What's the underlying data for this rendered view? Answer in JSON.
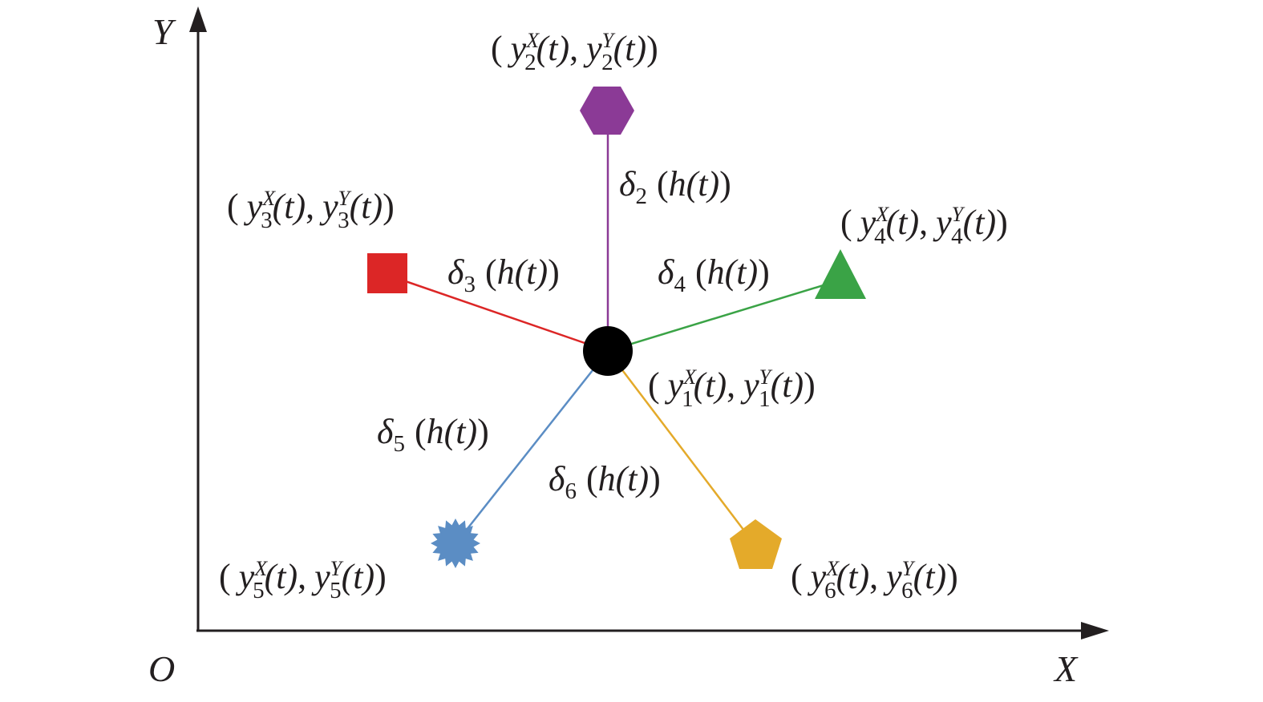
{
  "axes": {
    "x_label": "X",
    "y_label": "Y",
    "origin_label": "O"
  },
  "colors": {
    "axis": "#231f20",
    "node1": "#000000",
    "node2": "#8b3a96",
    "node3": "#dc2626",
    "node4": "#3aa346",
    "node5": "#5b8dc4",
    "node6": "#e4aa2a"
  },
  "nodes": [
    {
      "id": 1,
      "shape": "circle",
      "color": "#000000",
      "coord": {
        "open": "(",
        "var": "y",
        "index": "1",
        "sup_x": "X",
        "sup_y": "Y",
        "arg": "(t)",
        "sep": ",",
        "close": ")"
      }
    },
    {
      "id": 2,
      "shape": "hexagon",
      "color": "#8b3a96",
      "coord": {
        "open": "(",
        "var": "y",
        "index": "2",
        "sup_x": "X",
        "sup_y": "Y",
        "arg": "(t)",
        "sep": ",",
        "close": ")"
      }
    },
    {
      "id": 3,
      "shape": "square",
      "color": "#dc2626",
      "coord": {
        "open": "(",
        "var": "y",
        "index": "3",
        "sup_x": "X",
        "sup_y": "Y",
        "arg": "(t)",
        "sep": ",",
        "close": ")"
      }
    },
    {
      "id": 4,
      "shape": "triangle",
      "color": "#3aa346",
      "coord": {
        "open": "(",
        "var": "y",
        "index": "4",
        "sup_x": "X",
        "sup_y": "Y",
        "arg": "(t)",
        "sep": ",",
        "close": ")"
      }
    },
    {
      "id": 5,
      "shape": "starburst",
      "color": "#5b8dc4",
      "coord": {
        "open": "(",
        "var": "y",
        "index": "5",
        "sup_x": "X",
        "sup_y": "Y",
        "arg": "(t)",
        "sep": ",",
        "close": ")"
      }
    },
    {
      "id": 6,
      "shape": "pentagon",
      "color": "#e4aa2a",
      "coord": {
        "open": "(",
        "var": "y",
        "index": "6",
        "sup_x": "X",
        "sup_y": "Y",
        "arg": "(t)",
        "sep": ",",
        "close": ")"
      }
    }
  ],
  "edges": [
    {
      "from": 1,
      "to": 2,
      "color": "#8b3a96",
      "label": {
        "sym": "δ",
        "index": "2",
        "open": "(",
        "fn": "h",
        "arg": "(t)",
        "close": ")"
      }
    },
    {
      "from": 1,
      "to": 3,
      "color": "#dc2626",
      "label": {
        "sym": "δ",
        "index": "3",
        "open": "(",
        "fn": "h",
        "arg": "(t)",
        "close": ")"
      }
    },
    {
      "from": 1,
      "to": 4,
      "color": "#3aa346",
      "label": {
        "sym": "δ",
        "index": "4",
        "open": "(",
        "fn": "h",
        "arg": "(t)",
        "close": ")"
      }
    },
    {
      "from": 1,
      "to": 5,
      "color": "#5b8dc4",
      "label": {
        "sym": "δ",
        "index": "5",
        "open": "(",
        "fn": "h",
        "arg": "(t)",
        "close": ")"
      }
    },
    {
      "from": 1,
      "to": 6,
      "color": "#e4aa2a",
      "label": {
        "sym": "δ",
        "index": "6",
        "open": "(",
        "fn": "h",
        "arg": "(t)",
        "close": ")"
      }
    }
  ]
}
